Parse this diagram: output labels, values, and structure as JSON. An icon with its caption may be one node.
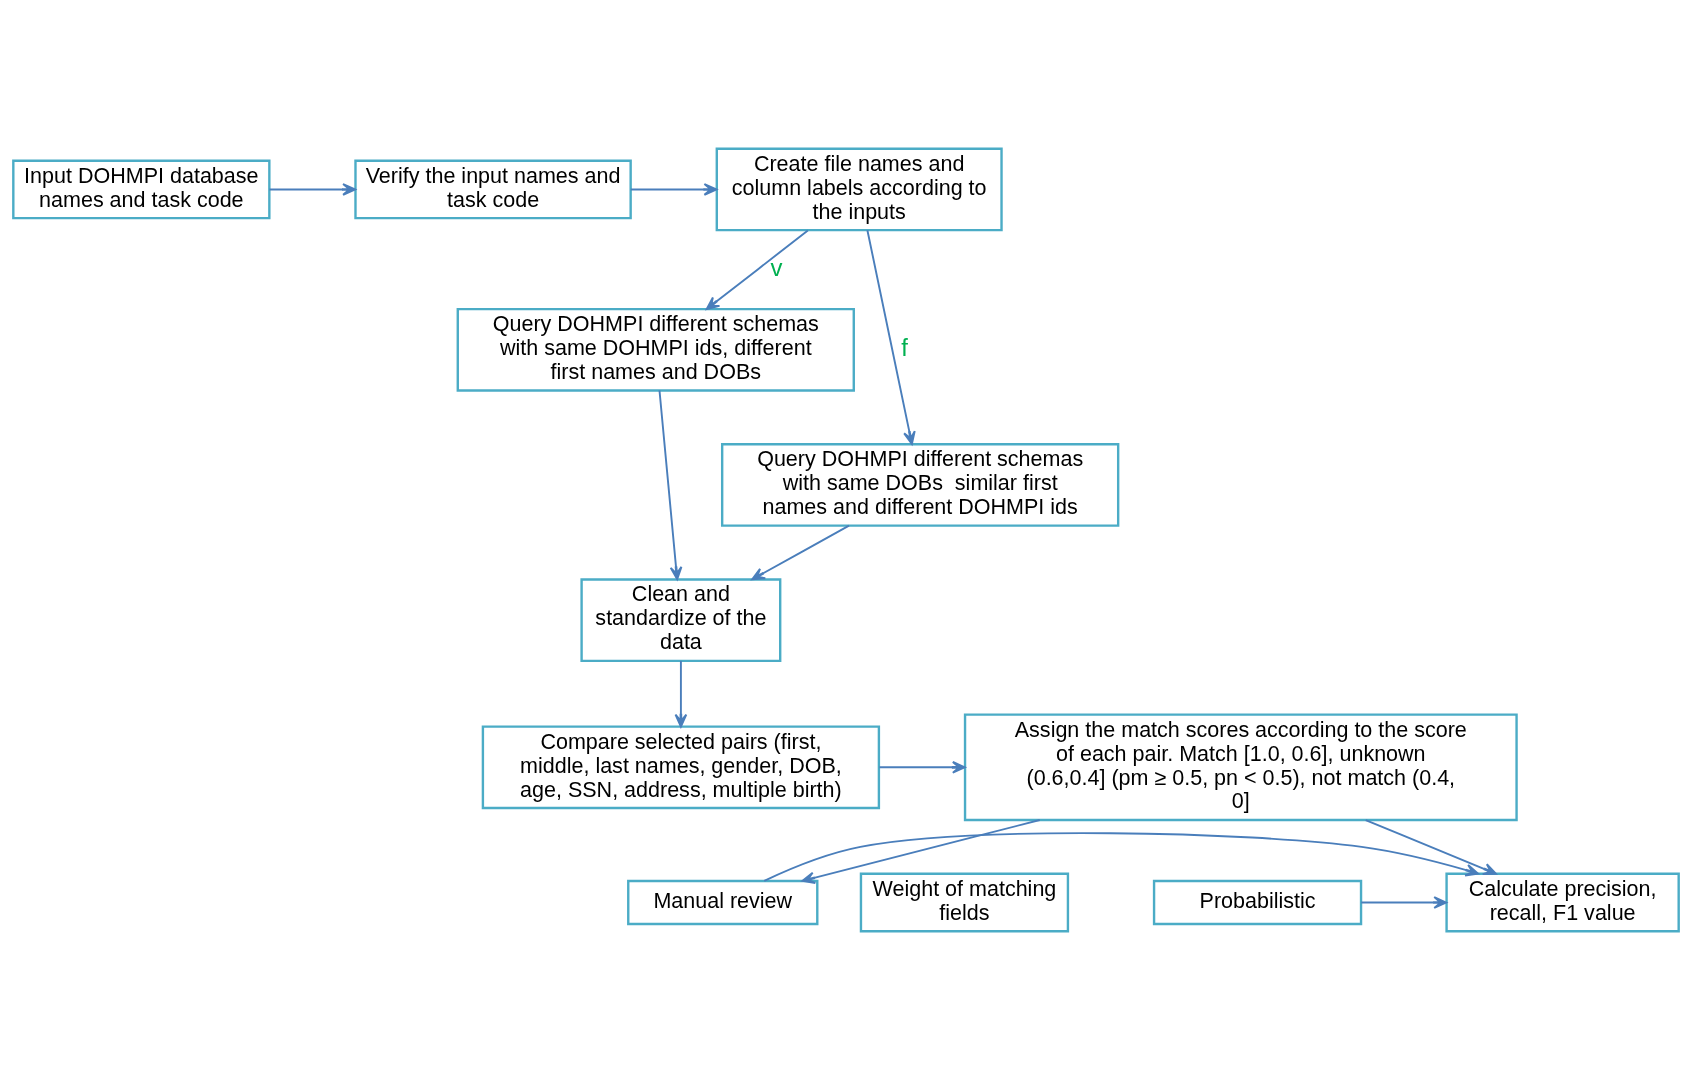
{
  "diagram": {
    "nodes": [
      {
        "text": [
          "Input DOHMPI database names and task code"
        ]
      },
      {
        "text": [
          "Verify the input names and task code"
        ]
      },
      {
        "text": [
          "Create file names and column labels according to the inputs"
        ]
      },
      {
        "text": [
          "Query DOHMPI different schemas with same DOHMPI ids, different first names and DOBs"
        ]
      },
      {
        "text": [
          "Query DOHMPI different schemas with same DOBs  similar first names and different DOHMPI ids"
        ]
      },
      {
        "text": [
          "Clean and standardize of the data"
        ]
      },
      {
        "text": [
          "Compare selected pairs (first, middle, last names, gender, DOB, age, SSN, address, multiple birth)"
        ]
      },
      {
        "text": [
          "Assign the match scores according to the score of each pair. Match [1.0, 0.6], unknown (0.6,0.4] (pm ≥ 0.5, pn < 0.5), not match (0.4,  0]"
        ]
      },
      {
        "text": [
          "Weight of matching fields"
        ]
      },
      {
        "text": [
          "Probabilistic"
        ]
      },
      {
        "text": [
          "Calculate precision, recall, F1 value"
        ]
      },
      {
        "text": [
          "Manual review"
        ]
      }
    ],
    "edges": [
      {
        "from": 0,
        "to": 1,
        "arrow": "to"
      },
      {
        "from": 1,
        "to": 2,
        "arrow": "to"
      },
      {
        "from": 2,
        "to": 3,
        "arrow": "to",
        "label": "v"
      },
      {
        "from": 2,
        "to": 4,
        "arrow": "to",
        "label": "f"
      },
      {
        "from": 3,
        "to": 5,
        "arrow": "to"
      },
      {
        "from": 4,
        "to": 5,
        "arrow": "to"
      },
      {
        "from": 5,
        "to": 6,
        "arrow": "to"
      },
      {
        "from": 6,
        "to": 7,
        "arrow": "to"
      },
      {
        "from": 7,
        "to": 10,
        "arrow": "to"
      },
      {
        "from": 7,
        "to": 11,
        "arrow": "to"
      },
      {
        "from": 9,
        "to": 10,
        "arrow": "to"
      },
      {
        "from": 11,
        "to": 10,
        "arrow": "to"
      }
    ]
  }
}
